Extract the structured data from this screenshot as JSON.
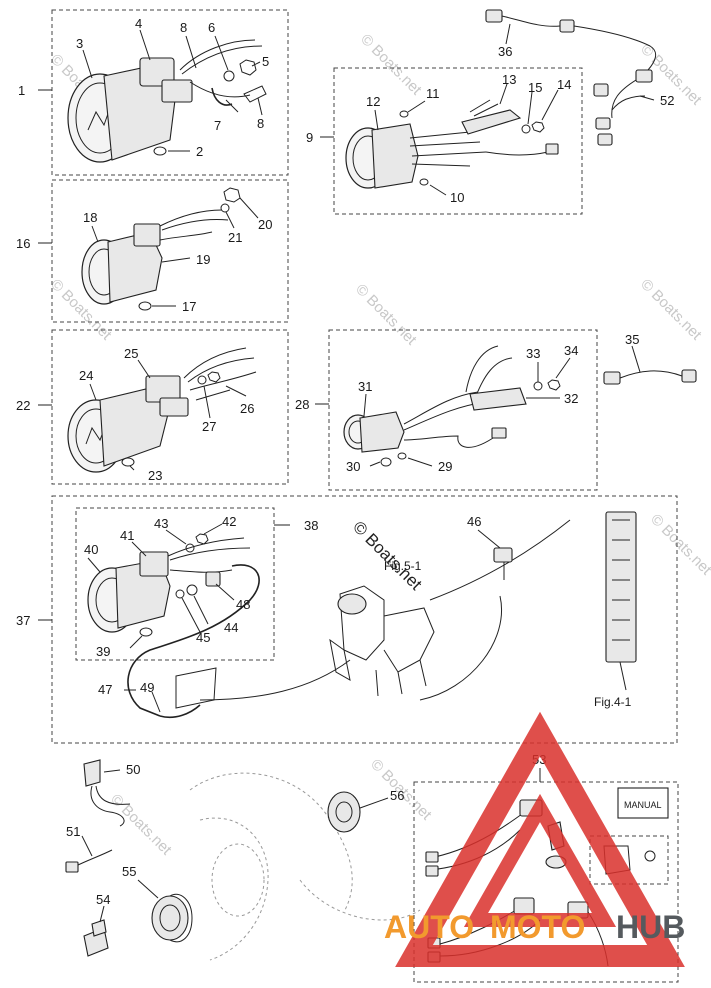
{
  "parts": {
    "p1": "1",
    "p2": "2",
    "p3": "3",
    "p4": "4",
    "p5": "5",
    "p6": "6",
    "p7": "7",
    "p8a": "8",
    "p8b": "8",
    "p9": "9",
    "p10": "10",
    "p11": "11",
    "p12": "12",
    "p13": "13",
    "p14": "14",
    "p15": "15",
    "p16": "16",
    "p17": "17",
    "p18": "18",
    "p19": "19",
    "p20": "20",
    "p21": "21",
    "p22": "22",
    "p23": "23",
    "p24": "24",
    "p25": "25",
    "p26": "26",
    "p27": "27",
    "p28": "28",
    "p29": "29",
    "p30": "30",
    "p31": "31",
    "p32": "32",
    "p33": "33",
    "p34": "34",
    "p35": "35",
    "p36": "36",
    "p37": "37",
    "p38": "38",
    "p39": "39",
    "p40": "40",
    "p41": "41",
    "p42": "42",
    "p43": "43",
    "p44": "44",
    "p45": "45",
    "p46": "46",
    "p47": "47",
    "p48": "48",
    "p49": "49",
    "p50": "50",
    "p51": "51",
    "p52": "52",
    "p53": "53",
    "p54": "54",
    "p55": "55",
    "p56": "56"
  },
  "refs": {
    "fig51": "Fig.5-1",
    "fig41": "Fig.4-1"
  },
  "manual_label": "MANUAL",
  "watermark": {
    "main": "© Boats.net",
    "repeat": "© Boats.net"
  },
  "brand": {
    "auto": "AUTO",
    "moto": "MOTO",
    "hub": "HUB"
  },
  "colors": {
    "logo_red": "#d9302c",
    "logo_orange": "#f29a2e",
    "logo_gray": "#555a5e"
  }
}
